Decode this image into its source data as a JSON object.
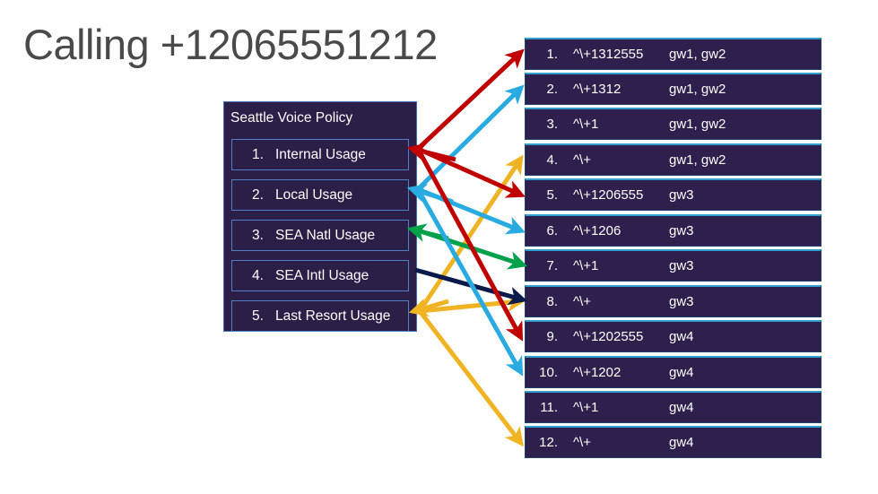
{
  "title": "Calling +12065551212",
  "policy_panel": {
    "title": "Seattle Voice Policy",
    "items": [
      {
        "num": "1.",
        "label": "Internal Usage"
      },
      {
        "num": "2.",
        "label": "Local Usage"
      },
      {
        "num": "3.",
        "label": "SEA Natl Usage"
      },
      {
        "num": "4.",
        "label": "SEA Intl Usage"
      },
      {
        "num": "5.",
        "label": "Last Resort Usage"
      }
    ]
  },
  "rules": [
    {
      "num": "1.",
      "pattern": "^\\+1312555",
      "gateways": "gw1, gw2"
    },
    {
      "num": "2.",
      "pattern": "^\\+1312",
      "gateways": "gw1, gw2"
    },
    {
      "num": "3.",
      "pattern": "^\\+1",
      "gateways": "gw1, gw2"
    },
    {
      "num": "4.",
      "pattern": "^\\+",
      "gateways": "gw1, gw2"
    },
    {
      "num": "5.",
      "pattern": "^\\+1206555",
      "gateways": "gw3"
    },
    {
      "num": "6.",
      "pattern": "^\\+1206",
      "gateways": "gw3"
    },
    {
      "num": "7.",
      "pattern": "^\\+1",
      "gateways": "gw3"
    },
    {
      "num": "8.",
      "pattern": "^\\+",
      "gateways": "gw3"
    },
    {
      "num": "9.",
      "pattern": "^\\+1202555",
      "gateways": "gw4"
    },
    {
      "num": "10.",
      "pattern": "^\\+1202",
      "gateways": "gw4"
    },
    {
      "num": "11.",
      "pattern": "^\\+1",
      "gateways": "gw4"
    },
    {
      "num": "12.",
      "pattern": "^\\+",
      "gateways": "gw4"
    }
  ],
  "colors": {
    "red": "#C00000",
    "cyan": "#29ABE2",
    "green": "#00A14B",
    "navy": "#0A1A4A",
    "gold": "#F0B323",
    "panel_bg": "#2B1E47",
    "box_bg": "#2E1F4D",
    "box_top_border": "#2F9FD0",
    "title_text": "#4A4A4A"
  },
  "connections": [
    {
      "from": "Internal Usage",
      "to_rules": [
        "1",
        "5",
        "9"
      ],
      "color": "red"
    },
    {
      "from": "Local Usage",
      "to_rules": [
        "2",
        "6",
        "10"
      ],
      "color": "cyan"
    },
    {
      "from": "SEA Natl Usage",
      "to_rules": [
        "7"
      ],
      "color": "green"
    },
    {
      "from": "SEA Intl Usage",
      "to_rules": [
        "8"
      ],
      "color": "navy"
    },
    {
      "from": "Last Resort Usage",
      "to_rules": [
        "4",
        "8",
        "12"
      ],
      "color": "gold"
    }
  ]
}
